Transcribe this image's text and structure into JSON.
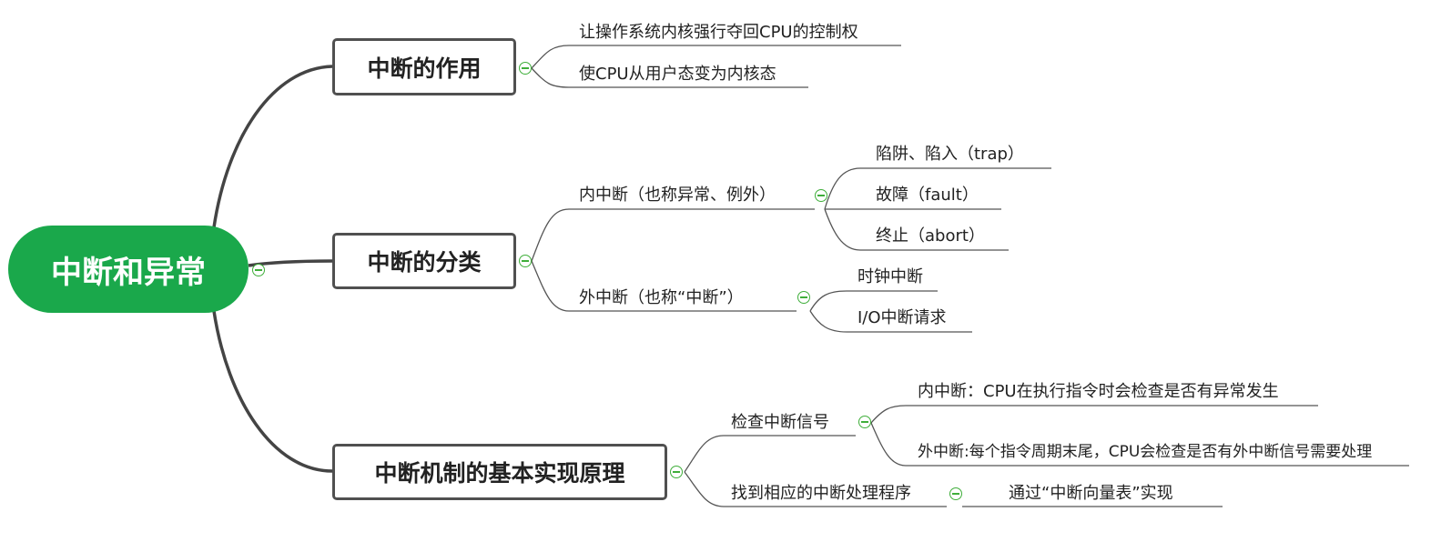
{
  "root": {
    "label": "中断和异常"
  },
  "sections": [
    {
      "label": "中断的作用",
      "items": [
        {
          "label": "让操作系统内核强行夺回CPU的控制权"
        },
        {
          "label": "使CPU从用户态变为内核态"
        }
      ]
    },
    {
      "label": "中断的分类",
      "items": [
        {
          "label": "内中断（也称异常、例外）",
          "items": [
            {
              "label": "陷阱、陷入（trap）"
            },
            {
              "label": "故障（fault）"
            },
            {
              "label": "终止（abort）"
            }
          ]
        },
        {
          "label": "外中断（也称“中断”）",
          "items": [
            {
              "label": "时钟中断"
            },
            {
              "label": "I/O中断请求"
            }
          ]
        }
      ]
    },
    {
      "label": "中断机制的基本实现原理",
      "items": [
        {
          "label": "检查中断信号",
          "items": [
            {
              "label": "内中断：CPU在执行指令时会检查是否有异常发生"
            },
            {
              "label": "外中断:每个指令周期末尾，CPU会检查是否有外中断信号需要处理"
            }
          ]
        },
        {
          "label": "找到相应的中断处理程序",
          "items": [
            {
              "label": "通过“中断向量表”实现"
            }
          ]
        }
      ]
    }
  ],
  "colors": {
    "root_fill": "#1aa84b",
    "root_text": "#ffffff",
    "box_border": "#505050",
    "main_link": "#444444",
    "sub_link": "#555555",
    "toggle": "#3fae3a"
  },
  "icons": {
    "collapse_toggle": "minus-circle-icon"
  }
}
